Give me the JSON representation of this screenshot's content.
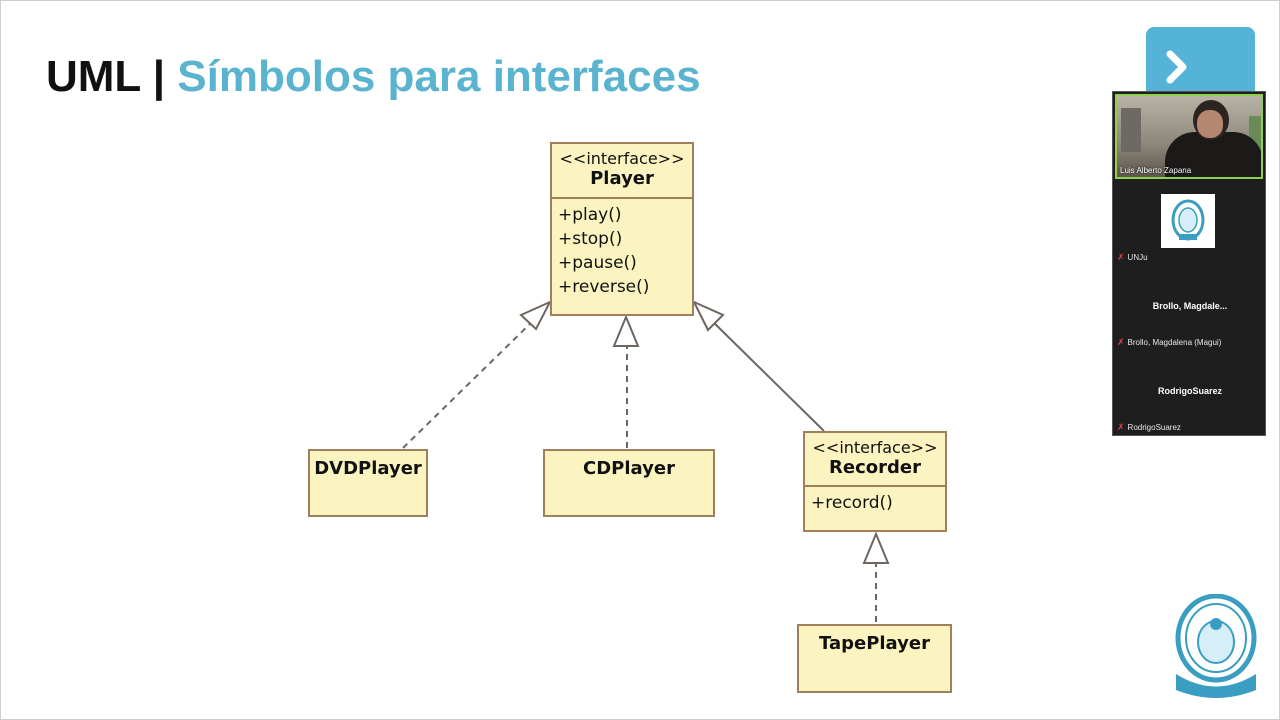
{
  "slide": {
    "title_main": "UML",
    "title_separator": "|",
    "title_sub": "Símbolos para interfaces"
  },
  "diagram": {
    "player": {
      "stereotype": "<<interface>>",
      "name": "Player",
      "operations": [
        "+play()",
        "+stop()",
        "+pause()",
        "+reverse()"
      ]
    },
    "recorder": {
      "stereotype": "<<interface>>",
      "name": "Recorder",
      "operations": [
        "+record()"
      ]
    },
    "dvd_player": {
      "name": "DVDPlayer"
    },
    "cd_player": {
      "name": "CDPlayer"
    },
    "tape_player": {
      "name": "TapePlayer"
    }
  },
  "meeting": {
    "active_speaker": {
      "name": "Luis Alberto Zapana"
    },
    "participants": [
      {
        "label": "UNJu",
        "muted": true
      },
      {
        "display_name": "Brollo,  Magdale...",
        "label": "Brollo, Magdalena (Magui)",
        "muted": true
      },
      {
        "display_name": "RodrigoSuarez",
        "label": "RodrigoSuarez",
        "muted": true
      }
    ]
  },
  "icons": {
    "next": "chevron-right-icon",
    "mic_muted": "mic-muted-icon",
    "university_logo": "university-seal-icon"
  },
  "colors": {
    "title_accent": "#5ab4cf",
    "uml_fill": "#fbf4c0",
    "uml_border": "#a0805a",
    "nav_button": "#55b3d8",
    "speaker_border": "#8fd14f"
  }
}
